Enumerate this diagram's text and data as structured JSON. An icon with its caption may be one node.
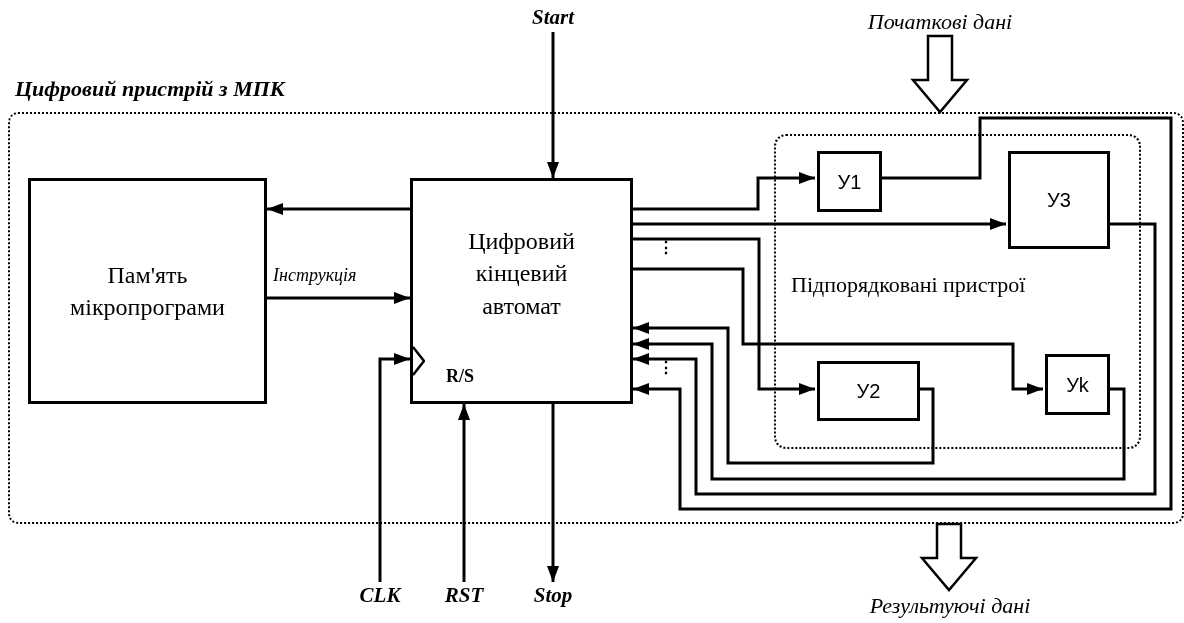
{
  "diagram": {
    "nodes": [
      {
        "text": [
          "Цифровий пристрій з МПК"
        ]
      },
      {
        "text": [
          "Пам'ять мікропрограми"
        ],
        "in": 0
      },
      {
        "text": [
          "Цифровий кінцевий автомат",
          "R/S"
        ],
        "in": 0
      },
      {
        "text": [
          "Підпорядковані пристрої"
        ],
        "in": 0
      },
      {
        "text": [
          "У1"
        ],
        "in": 3
      },
      {
        "text": [
          "У3"
        ],
        "in": 3
      },
      {
        "text": [
          "У2"
        ],
        "in": 3
      },
      {
        "text": [
          "Уk"
        ],
        "in": 3
      },
      {
        "text": [
          "Start"
        ]
      },
      {
        "text": [
          "CLK"
        ]
      },
      {
        "text": [
          "RST"
        ]
      },
      {
        "text": [
          "Stop"
        ]
      },
      {
        "text": [
          "Початкові дані"
        ]
      },
      {
        "text": [
          "Результуючі дані"
        ]
      }
    ],
    "edges": [
      {
        "from": 8,
        "to": 2,
        "arrow": "to"
      },
      {
        "from": 2,
        "to": 1,
        "arrow": "to"
      },
      {
        "from": 1,
        "to": 2,
        "arrow": "to",
        "label": "Інструкція"
      },
      {
        "from": 9,
        "to": 2,
        "arrow": "to"
      },
      {
        "from": 10,
        "to": 2,
        "arrow": "to"
      },
      {
        "from": 2,
        "to": 11,
        "arrow": "to"
      },
      {
        "from": 2,
        "to": 4,
        "arrow": "to"
      },
      {
        "from": 2,
        "to": 5,
        "arrow": "to"
      },
      {
        "from": 2,
        "to": 6,
        "arrow": "to"
      },
      {
        "from": 2,
        "to": 7,
        "arrow": "to"
      },
      {
        "from": 4,
        "to": 2,
        "arrow": "to"
      },
      {
        "from": 5,
        "to": 2,
        "arrow": "to"
      },
      {
        "from": 6,
        "to": 2,
        "arrow": "to"
      },
      {
        "from": 7,
        "to": 2,
        "arrow": "to"
      },
      {
        "from": 12,
        "to": 0,
        "arrow": "to",
        "style": "thick"
      },
      {
        "from": 0,
        "to": 13,
        "arrow": "to",
        "style": "thick"
      }
    ],
    "labels": [
      "⋮",
      "⋮"
    ]
  }
}
